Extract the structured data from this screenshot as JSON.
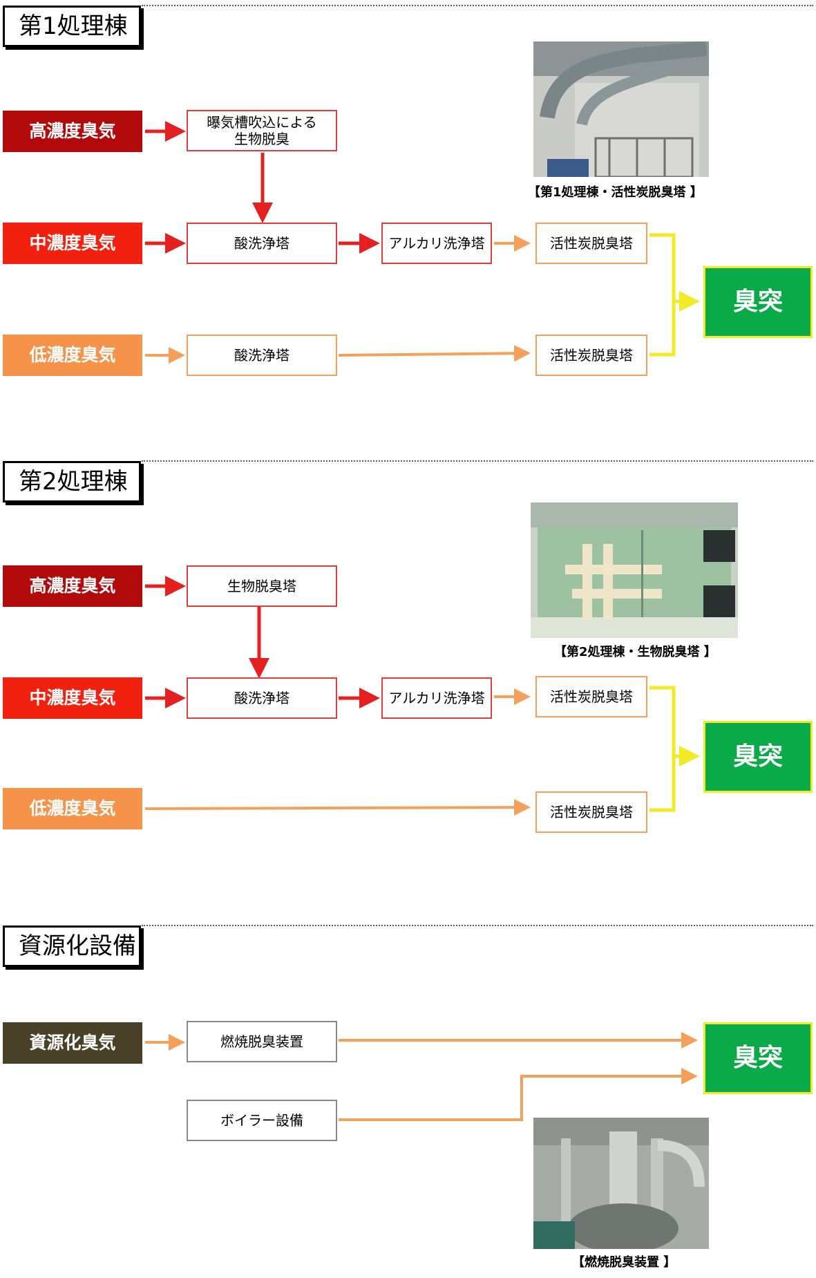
{
  "sections": [
    {
      "title": "第1処理棟",
      "sources": {
        "high": "高濃度臭気",
        "mid": "中濃度臭気",
        "low": "低濃度臭気"
      },
      "boxes": {
        "bio": "曝気槽吹込による\n生物脱臭",
        "acid_mid": "酸洗浄塔",
        "alkali": "アルカリ洗浄塔",
        "carbon_mid": "活性炭脱臭塔",
        "acid_low": "酸洗浄塔",
        "carbon_low": "活性炭脱臭塔"
      },
      "stack": "臭突",
      "photo_caption": "【第1処理棟・活性炭脱臭塔 】"
    },
    {
      "title": "第2処理棟",
      "sources": {
        "high": "高濃度臭気",
        "mid": "中濃度臭気",
        "low": "低濃度臭気"
      },
      "boxes": {
        "bio": "生物脱臭塔",
        "acid_mid": "酸洗浄塔",
        "alkali": "アルカリ洗浄塔",
        "carbon_mid": "活性炭脱臭塔",
        "carbon_low": "活性炭脱臭塔"
      },
      "stack": "臭突",
      "photo_caption": "【第2処理棟・生物脱臭塔 】"
    },
    {
      "title": "資源化設備",
      "sources": {
        "resource": "資源化臭気"
      },
      "boxes": {
        "burner": "燃焼脱臭装置",
        "boiler": "ボイラー設備"
      },
      "stack": "臭突",
      "photo_caption": "【燃焼脱臭装置 】"
    }
  ],
  "colors": {
    "high": "#b20a0a",
    "mid": "#f2200f",
    "low": "#f5934a",
    "resource": "#484127",
    "stack_bg": "#09aa47",
    "stack_border": "#f3ea26",
    "arrow_red": "#e52020",
    "arrow_orange": "#f5a05a",
    "arrow_yellow": "#f3ea26"
  }
}
